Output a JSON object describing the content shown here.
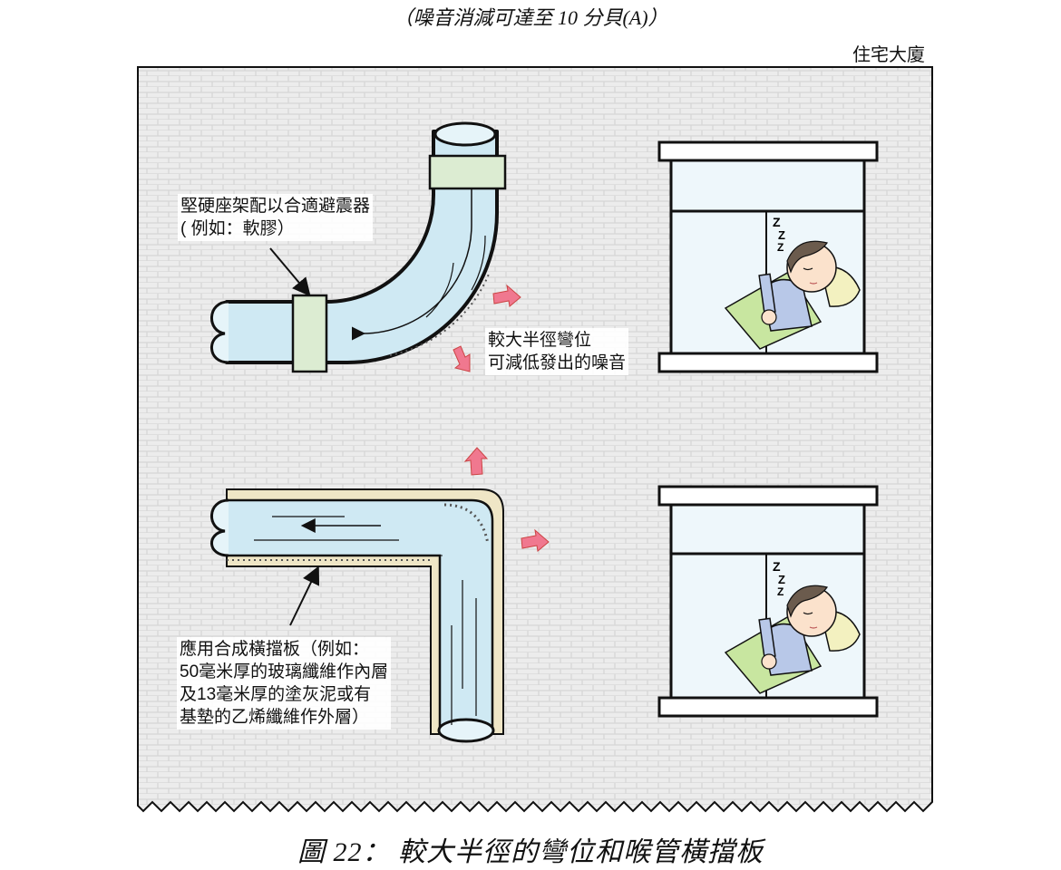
{
  "subtitle": "（噪音消減可達至 10 分貝(A)）",
  "building_label": "住宅大廈",
  "callouts": {
    "mount": [
      "堅硬座架配以合適避震器",
      "( 例如：軟膠）"
    ],
    "bend": [
      "較大半徑彎位",
      "可減低發出的噪音"
    ],
    "lagging": [
      "應用合成橫擋板（例如：",
      "50毫米厚的玻璃纖維作內層",
      "及13毫米厚的塗灰泥或有",
      "基墊的乙烯纖維作外層）"
    ]
  },
  "caption": "圖 22：  較大半徑的彎位和喉管橫擋板",
  "icons": [
    "sleeping-person-icon",
    "noise-arrow-icon",
    "window-icon",
    "pipe-icon"
  ],
  "colors": {
    "wall": "#ececec",
    "pipe": "#cfe9f3",
    "mount": "#dcecd2",
    "lagging": "#efe6c6",
    "noise_arrow": "#f0788f",
    "blanket": "#c8e6a0",
    "pajamas": "#b8c8e8"
  }
}
